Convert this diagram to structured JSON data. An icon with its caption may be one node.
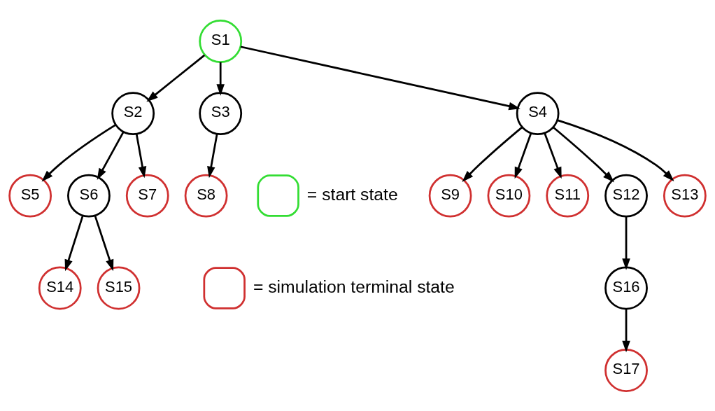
{
  "diagram": {
    "nodes": [
      {
        "text": [
          "S1"
        ]
      },
      {
        "text": [
          "S2"
        ]
      },
      {
        "text": [
          "S3"
        ]
      },
      {
        "text": [
          "S4"
        ]
      },
      {
        "text": [
          "S5"
        ]
      },
      {
        "text": [
          "S6"
        ]
      },
      {
        "text": [
          "S7"
        ]
      },
      {
        "text": [
          "S8"
        ]
      },
      {
        "text": [
          "S9"
        ]
      },
      {
        "text": [
          "S10"
        ]
      },
      {
        "text": [
          "S11"
        ]
      },
      {
        "text": [
          "S12"
        ]
      },
      {
        "text": [
          "S13"
        ]
      },
      {
        "text": [
          "S14"
        ]
      },
      {
        "text": [
          "S15"
        ]
      },
      {
        "text": [
          "S16"
        ]
      },
      {
        "text": [
          "S17"
        ]
      }
    ],
    "edges": [
      {
        "from": 0,
        "to": 1,
        "arrow": "to"
      },
      {
        "from": 0,
        "to": 2,
        "arrow": "to"
      },
      {
        "from": 0,
        "to": 3,
        "arrow": "to"
      },
      {
        "from": 1,
        "to": 4,
        "arrow": "to"
      },
      {
        "from": 1,
        "to": 5,
        "arrow": "to"
      },
      {
        "from": 1,
        "to": 6,
        "arrow": "to"
      },
      {
        "from": 2,
        "to": 7,
        "arrow": "to"
      },
      {
        "from": 3,
        "to": 8,
        "arrow": "to"
      },
      {
        "from": 3,
        "to": 9,
        "arrow": "to"
      },
      {
        "from": 3,
        "to": 10,
        "arrow": "to"
      },
      {
        "from": 3,
        "to": 11,
        "arrow": "to"
      },
      {
        "from": 3,
        "to": 12,
        "arrow": "to"
      },
      {
        "from": 5,
        "to": 13,
        "arrow": "to"
      },
      {
        "from": 5,
        "to": 14,
        "arrow": "to"
      },
      {
        "from": 11,
        "to": 15,
        "arrow": "to"
      },
      {
        "from": 15,
        "to": 16,
        "arrow": "to"
      }
    ],
    "legend": [
      {
        "text": "= start state",
        "color": "#33dd33"
      },
      {
        "text": "= simulation terminal state",
        "color": "#d03030"
      }
    ]
  }
}
